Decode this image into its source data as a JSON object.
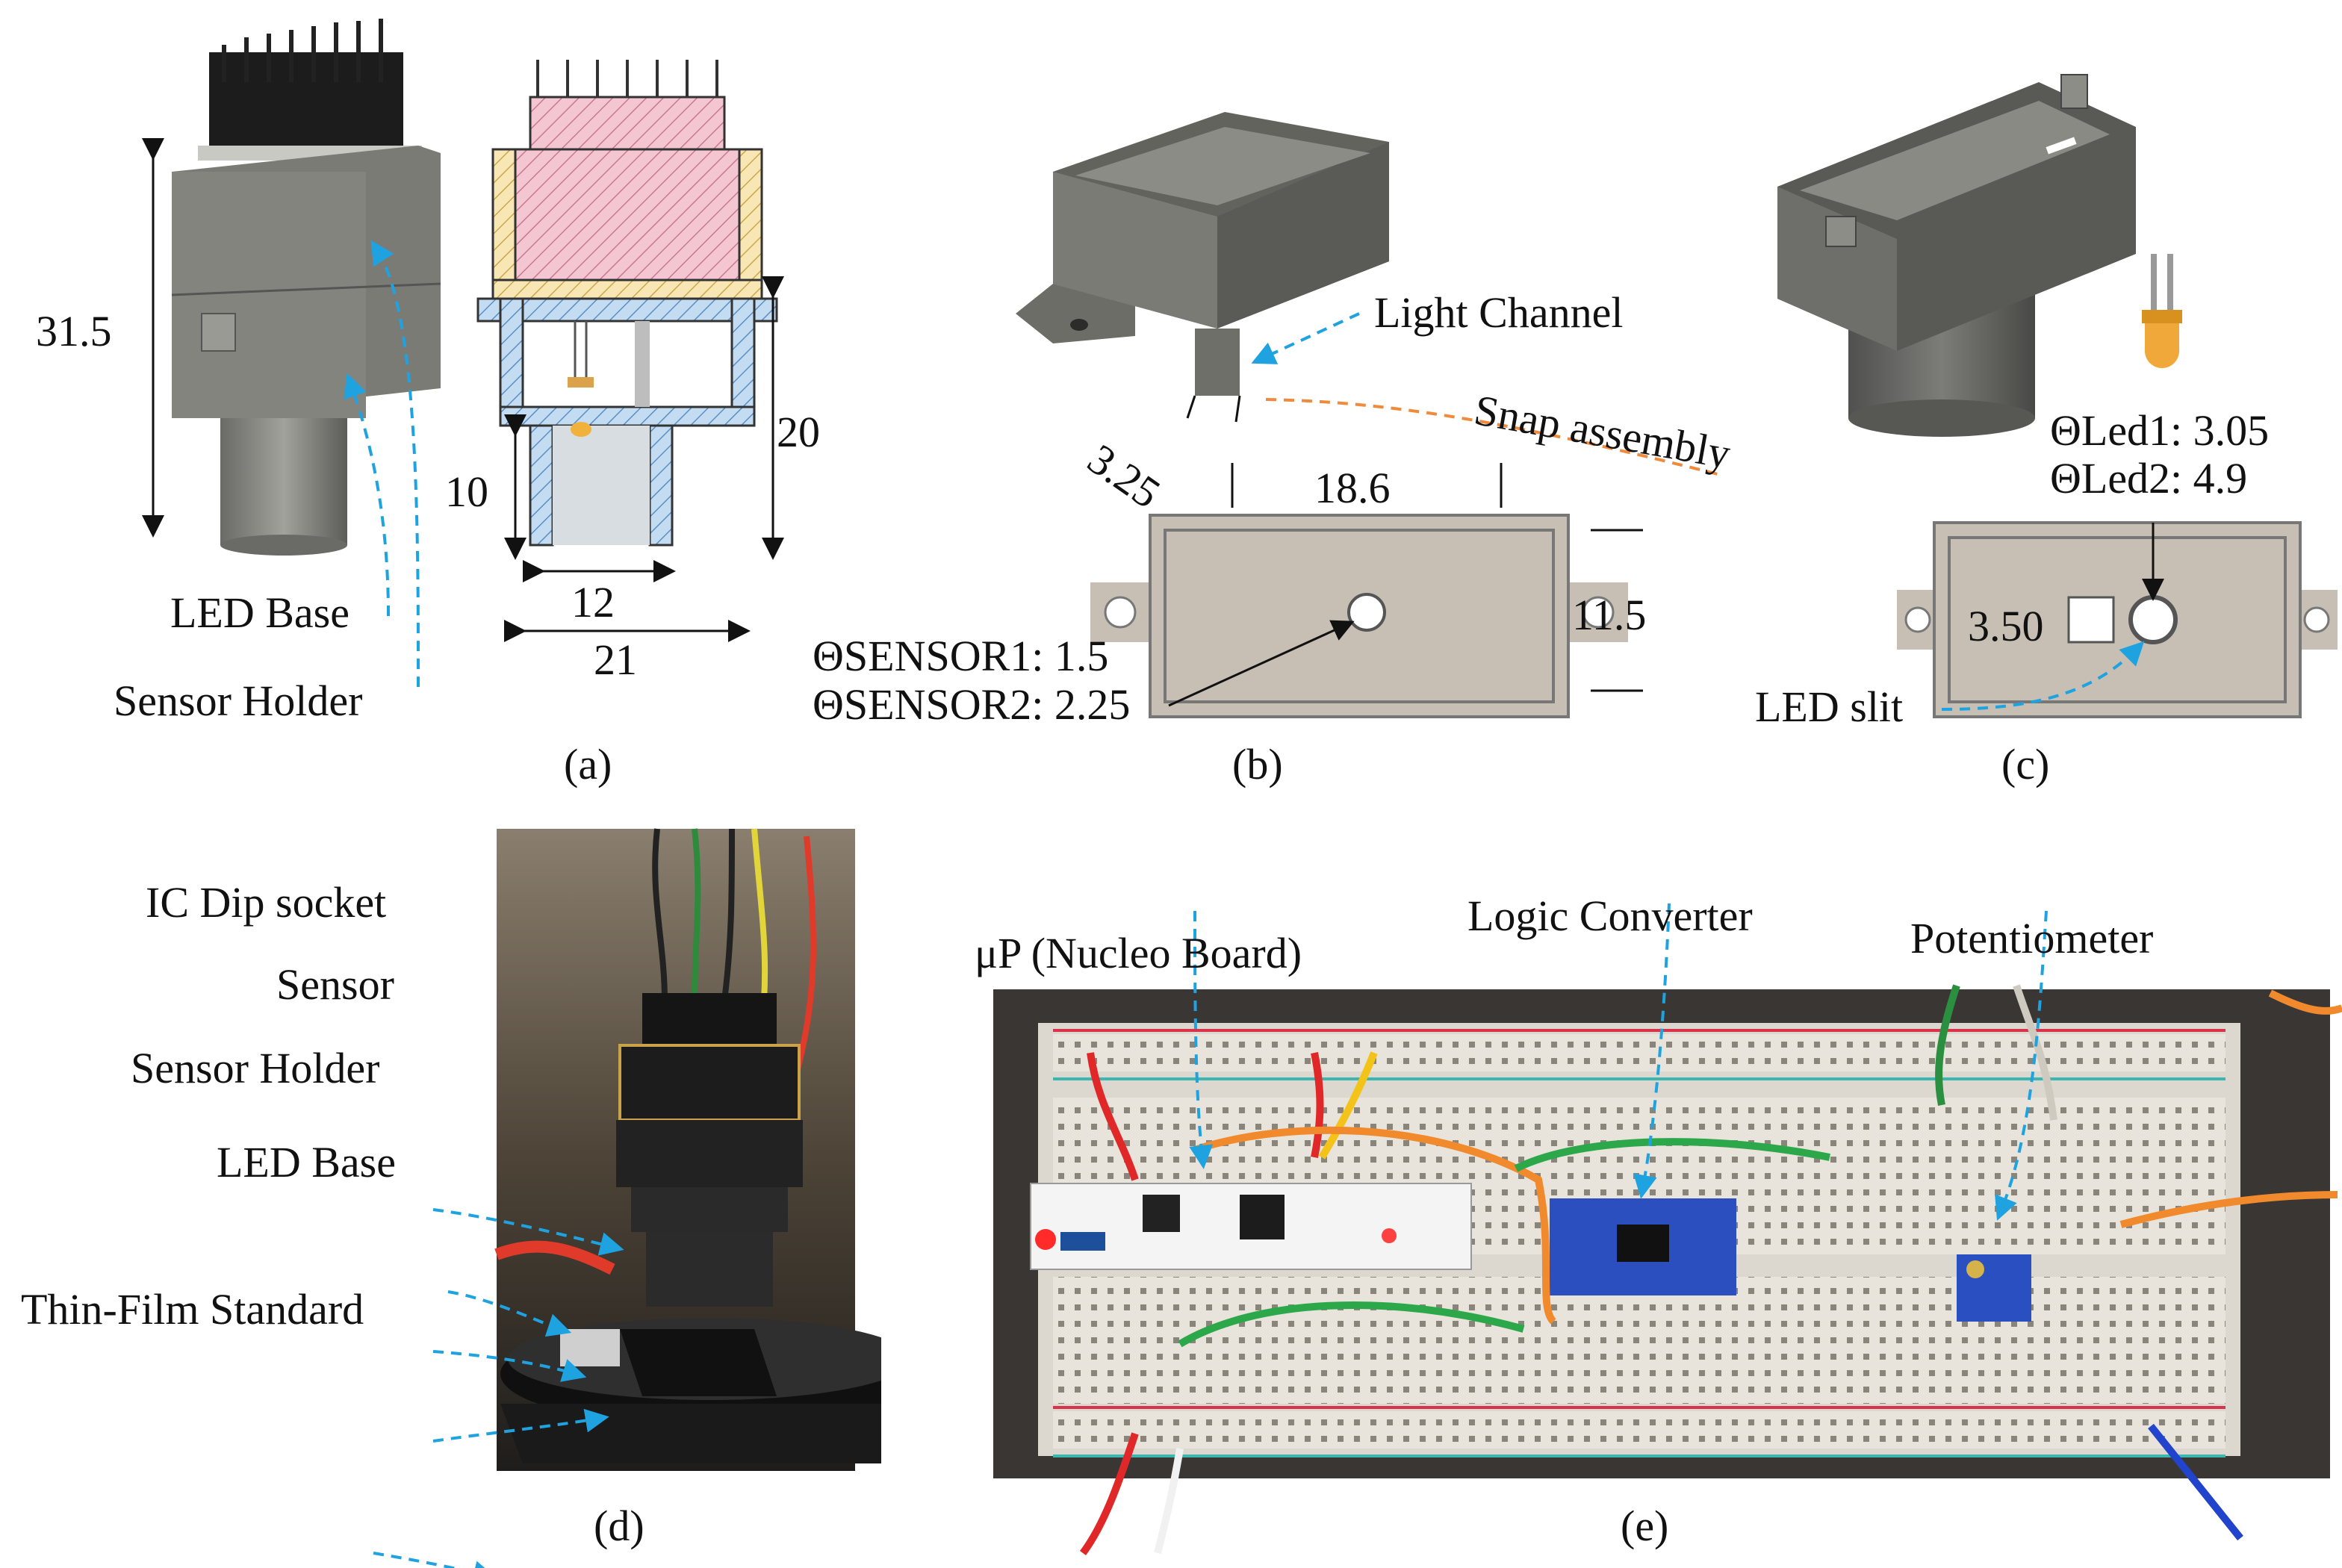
{
  "panel_a": {
    "caption": "(a)",
    "dims": {
      "height_total": "31.5",
      "height_holder": "20",
      "height_led": "10",
      "width_inner": "12",
      "width_outer": "21"
    },
    "labels": {
      "led_base": "LED Base",
      "sensor_holder": "Sensor Holder"
    }
  },
  "panel_b": {
    "caption": "(b)",
    "labels": {
      "light_channel": "Light Channel",
      "snap_assembly": "Snap assembly"
    },
    "dims": {
      "channel": "3.25",
      "length": "18.6",
      "width": "11.5"
    },
    "sensor_dia": {
      "line1": "ΘSENSOR1: 1.5",
      "line2": "ΘSENSOR2: 2.25"
    }
  },
  "panel_c": {
    "caption": "(c)",
    "led_dia": {
      "line1": "ΘLed1: 3.05",
      "line2": "ΘLed2: 4.9"
    },
    "slit_dim": "3.50",
    "labels": {
      "led_slit": "LED slit"
    }
  },
  "panel_d": {
    "caption": "(d)",
    "labels": {
      "ic_dip_socket": "IC Dip socket",
      "sensor": "Sensor",
      "sensor_holder": "Sensor Holder",
      "led_base": "LED Base",
      "thin_film": "Thin-Film Standard"
    }
  },
  "panel_e": {
    "caption": "(e)",
    "labels": {
      "nucleo": "μP (Nucleo Board)",
      "logic_converter": "Logic Converter",
      "potentiometer": "Potentiometer"
    }
  },
  "colors": {
    "callout": "#1fa3e0",
    "snap": "#f08a3c",
    "grey_part": "#6e6e6a",
    "hatch_red": "#e8a9b8",
    "hatch_yellow": "#f2dc9a",
    "hatch_blue": "#a7c7e7"
  }
}
